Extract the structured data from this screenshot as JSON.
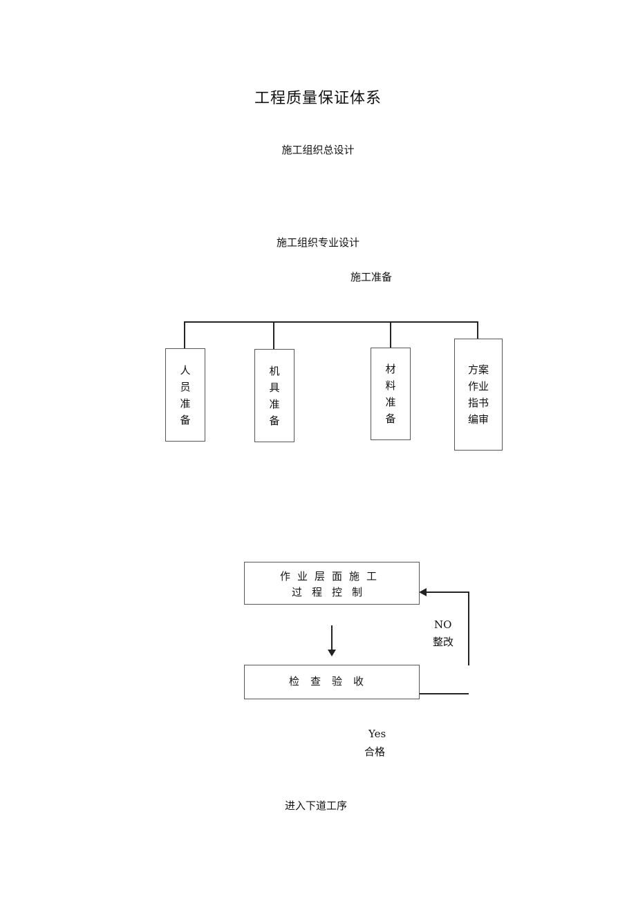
{
  "title": "工程质量保证体系",
  "top_steps": {
    "overall_design": "施工组织总设计",
    "special_design": "施工组织专业设计",
    "preparation": "施工准备"
  },
  "prep_items": [
    {
      "lines": [
        "人",
        "员",
        "准",
        "备"
      ]
    },
    {
      "lines": [
        "机",
        "具",
        "准",
        "备"
      ]
    },
    {
      "lines": [
        "材",
        "料",
        "准",
        "备"
      ]
    },
    {
      "lines": [
        "方案",
        "作业",
        "指书",
        "编审"
      ]
    }
  ],
  "process": {
    "construction_line1": "作业层面施工",
    "construction_line2": "过程控制",
    "inspection": "检查验收",
    "no_label": "NO",
    "rectify_label": "整改",
    "yes_label": "Yes",
    "pass_label": "合格",
    "next_step": "进入下道工序"
  }
}
